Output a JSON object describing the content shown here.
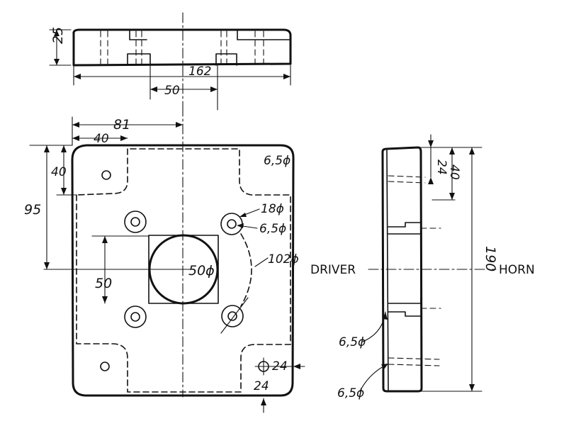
{
  "dimensions": {
    "top_thickness": "25",
    "top_width": "162",
    "top_center_spacing": "50",
    "front_half_width": "81",
    "front_corner_width": "40",
    "front_corner_height": "40",
    "front_hole_offset": "95",
    "front_vertical": "50",
    "hole_corner_a": "6,5ϕ",
    "hole_boss": "18ϕ",
    "hole_inner": "6,5ϕ",
    "bolt_circle": "102ϕ",
    "throat": "50ϕ",
    "corner_offset_x": "24",
    "corner_offset_y": "24",
    "side_height": "190",
    "side_pocket": "24",
    "side_pocket_depth": "40",
    "side_hole_upper": "6,5ϕ",
    "side_hole_lower": "6,5ϕ"
  },
  "labels": {
    "driver": "DRIVER",
    "horn": "HORN"
  }
}
